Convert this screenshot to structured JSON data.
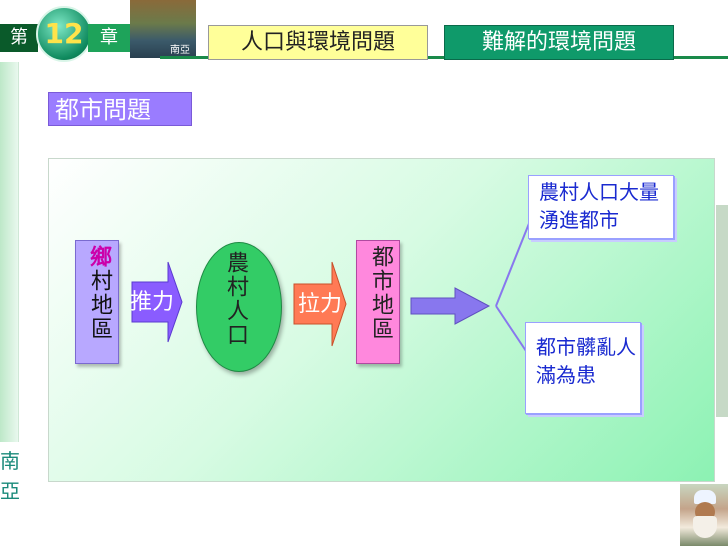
{
  "header": {
    "chapter_prefix": "第",
    "chapter_number": "12",
    "chapter_suffix": "章",
    "photo_caption": "南亞",
    "title_primary": "人口與環境問題",
    "title_secondary": "難解的環境問題"
  },
  "sidebar": {
    "brand": "南亞"
  },
  "subtitle": "都市問題",
  "diagram": {
    "rural_area": {
      "first_char": "鄉",
      "rest": "村地區"
    },
    "push_label": "推力",
    "rural_population": "農村人口",
    "pull_label": "拉力",
    "urban_area": "都市地區",
    "result_influx": "農村人口大量湧進都市",
    "result_overcrowding": "都市髒亂人滿為患"
  },
  "colors": {
    "accent_green": "#0f9a6a",
    "title_yellow": "#ffff99",
    "subtitle_purple": "#9a7cff",
    "rural_box": "#b8a8ff",
    "urban_box": "#ff88dd",
    "population_oval": "#33cc66",
    "push_arrow": "#8a5cff",
    "pull_arrow": "#ff7a55",
    "flow_arrow": "#8877ee",
    "result_text": "#1a2ad0"
  }
}
